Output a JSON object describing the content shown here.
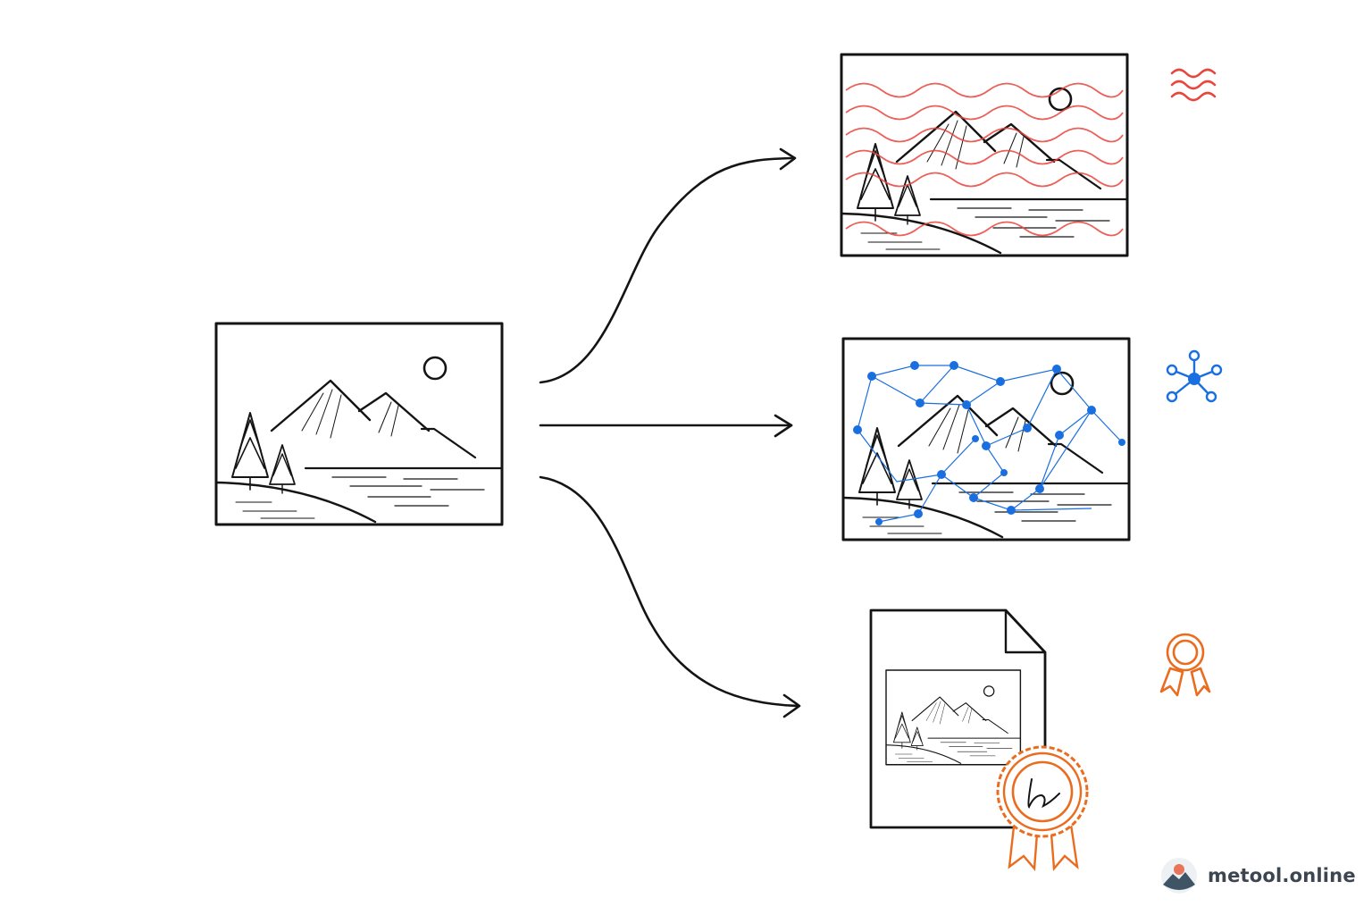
{
  "diagram": {
    "source_image": {
      "icon": "landscape-image-icon"
    },
    "outputs": [
      {
        "id": "watermark",
        "badge_icon": "wave-watermark-icon",
        "color": "#e8453c"
      },
      {
        "id": "fingerprint",
        "badge_icon": "network-nodes-icon",
        "color": "#1a6fe0"
      },
      {
        "id": "certificate",
        "badge_icon": "award-ribbon-icon",
        "color": "#ea6c1e"
      }
    ],
    "arrows": [
      {
        "from": "source_image",
        "to": "watermark"
      },
      {
        "from": "source_image",
        "to": "fingerprint"
      },
      {
        "from": "source_image",
        "to": "certificate"
      }
    ]
  },
  "brand": {
    "name": "metool.online",
    "logo_icon": "mountain-logo-icon",
    "colors": {
      "sun": "#e8745a",
      "mountain": "#3f5566"
    }
  }
}
